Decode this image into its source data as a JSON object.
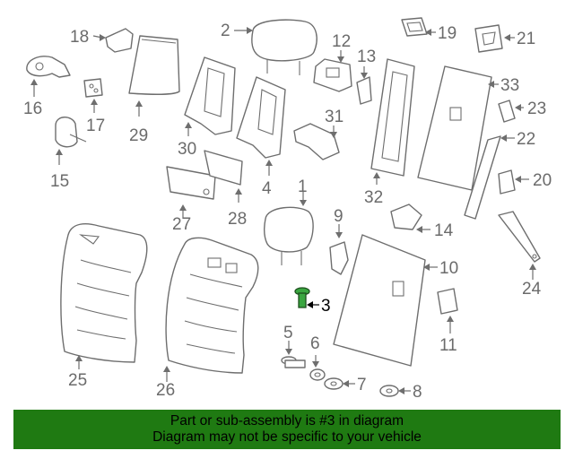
{
  "diagram": {
    "highlight_color": "#3aa640",
    "callouts": {
      "c1": "1",
      "c2": "2",
      "c3": "3",
      "c4": "4",
      "c5": "5",
      "c6": "6",
      "c7": "7",
      "c8": "8",
      "c9": "9",
      "c10": "10",
      "c11": "11",
      "c12": "12",
      "c13": "13",
      "c14": "14",
      "c15": "15",
      "c16": "16",
      "c17": "17",
      "c18": "18",
      "c19": "19",
      "c20": "20",
      "c21": "21",
      "c22": "22",
      "c23": "23",
      "c24": "24",
      "c25": "25",
      "c26": "26",
      "c27": "27",
      "c28": "28",
      "c29": "29",
      "c30": "30",
      "c31": "31",
      "c32": "32",
      "c33": "33"
    }
  },
  "banner": {
    "color": "#1f7a12",
    "line1": "Part or sub-assembly is #3 in diagram",
    "line2": "Diagram may not be specific to your vehicle"
  }
}
